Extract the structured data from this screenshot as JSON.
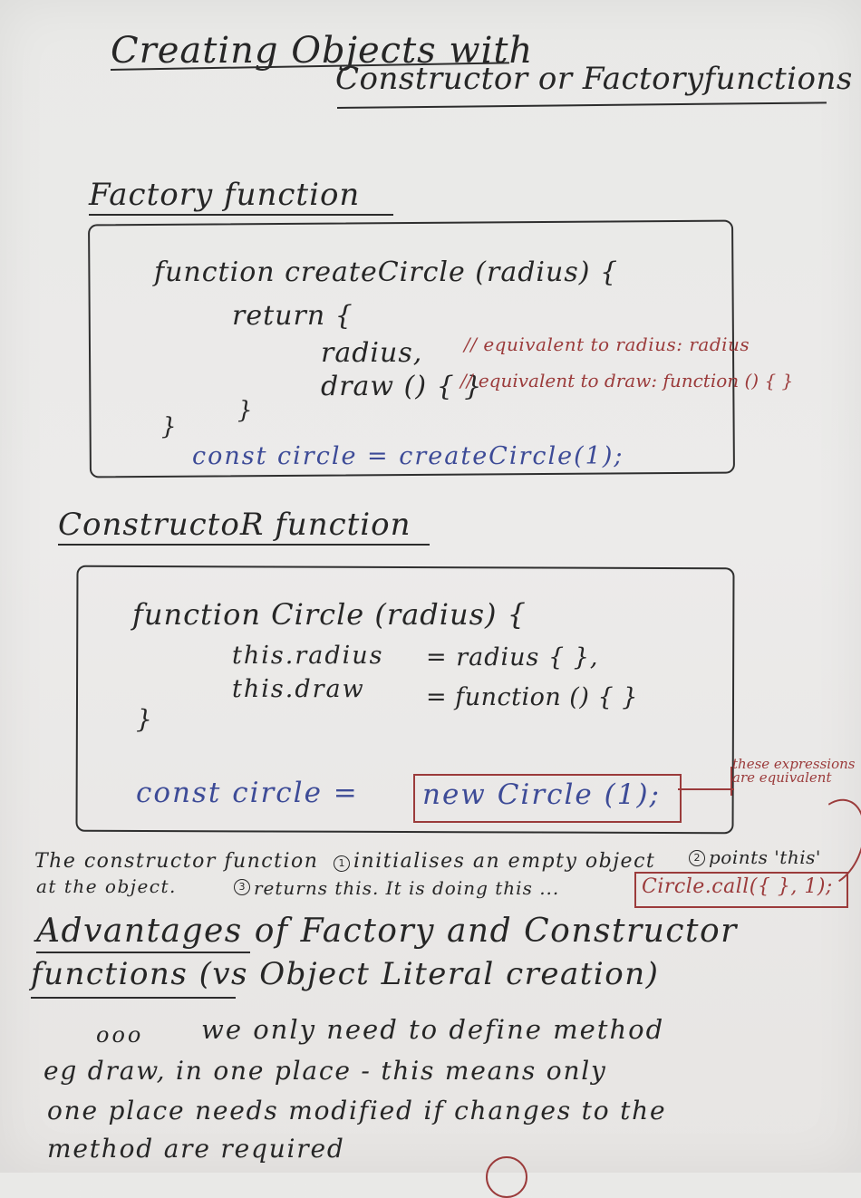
{
  "title": {
    "line1": "Creating Objects with",
    "line2": "Constructor or Factoryfunctions"
  },
  "factory": {
    "heading": "Factory function",
    "code_line1": "function createCircle (radius) {",
    "code_line2": "return {",
    "code_line3": "radius,",
    "comment1": "// equivalent to radius: radius",
    "code_line4": "draw () { }",
    "comment2": "// equivalent to draw: function () { }",
    "close_inner": "}",
    "close_outer": "}",
    "call": "const circle = createCircle(1);"
  },
  "constructor": {
    "heading": "ConstructoR function",
    "code_line1": "function Circle (radius) {",
    "code_line2a": "this.radius",
    "code_line2b": "= radius { },",
    "code_line3a": "this.draw",
    "code_line3b": "= function () { }",
    "close": "}",
    "call_prefix": "const circle =",
    "call_new": "new Circle (1);",
    "note_equivalent": "these expressions are equivalent"
  },
  "explanation": {
    "text1": "The constructor function",
    "num1": "1",
    "text2": "initialises an empty object",
    "num2": "2",
    "text3": "points 'this'",
    "text4": "at the object.",
    "num3": "3",
    "text5": "returns this. It is doing this ...",
    "call_expr": "Circle.call({ }, 1);"
  },
  "advantages": {
    "heading_line1": "Advantages of Factory and Constructor",
    "heading_line2": "functions (vs Object Literal creation)",
    "bullet": "ooo",
    "body_line1": "we only need to define method",
    "body_line2": "eg draw, in one place - this means only",
    "body_line3": "one place needs modified if changes to the",
    "body_line4": "method are required"
  },
  "colors": {
    "pencil": "#262626",
    "blue_ink": "#3d4b97",
    "red_ink": "#9b3b3b",
    "paper": "#ecebea"
  }
}
